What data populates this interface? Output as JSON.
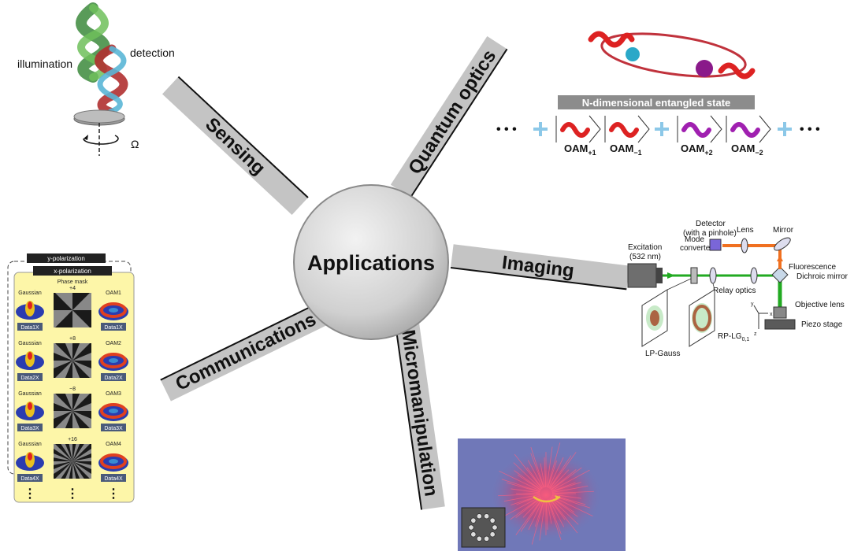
{
  "hub": {
    "label": "Applications"
  },
  "arms": {
    "sensing": "Sensing",
    "quantum": "Quantum optics",
    "imaging": "Imaging",
    "micromanipulation": "Micromanipulation",
    "communications": "Communications"
  },
  "sensing_panel": {
    "illumination": "illumination",
    "detection": "detection",
    "omega": "Ω"
  },
  "quantum_panel": {
    "banner": "N-dimensional entangled state",
    "dots_left": "• • •",
    "dots_right": "• • •",
    "oam_labels": [
      "OAM",
      "OAM",
      "OAM",
      "OAM"
    ],
    "oam_subs": [
      "+1",
      "−1",
      "+2",
      "−2"
    ]
  },
  "imaging_panel": {
    "excitation": "Excitation",
    "wavelength": "(532 nm)",
    "mode": "Mode",
    "converter": "converter",
    "detector": "Detector",
    "pinhole": "(with a pinhole)",
    "lens": "Lens",
    "mirror": "Mirror",
    "fluorescence": "Fluorescence",
    "dichroic": "Dichroic mirror",
    "relay": "Relay optics",
    "objective": "Objective lens",
    "piezo": "Piezo stage",
    "lp_gauss": "LP-Gauss",
    "rp_lg": "RP-LG",
    "rp_lg_sub": "0,1",
    "axis_y": "y",
    "axis_x": "x",
    "axis_z": "z"
  },
  "comm_panel": {
    "y_pol": "y-polarization",
    "x_pol": "x-polarization",
    "phase_mask": "Phase mask",
    "gaussian": "Gaussian",
    "charges": [
      "+4",
      "+8",
      "−8",
      "+16"
    ],
    "oams": [
      "OAM1",
      "OAM2",
      "OAM3",
      "OAM4"
    ],
    "data_left": [
      "Data1X",
      "Data2X",
      "Data3X",
      "Data4X"
    ],
    "data_right": [
      "Data1X",
      "Data2X",
      "Data3X",
      "Data4X"
    ],
    "dots": "⋮"
  },
  "colors": {
    "arm": "#c4c4c4",
    "hub": "#d6d6d6",
    "green_beam": "#22aa22",
    "orange_beam": "#f07020",
    "micro_bg": "#7078b8",
    "comm_bg": "#fdf6a8"
  }
}
